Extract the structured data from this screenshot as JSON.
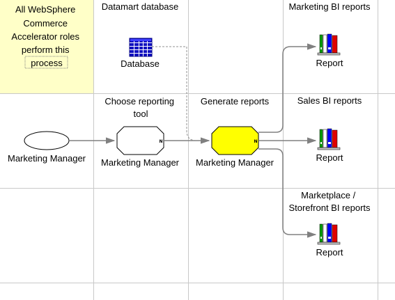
{
  "colors": {
    "grid": "#c8c8c8",
    "note_fill": "#ffffc8",
    "highlight_fill": "#ffff00",
    "shape_stroke": "#000000",
    "arrow": "#808080",
    "dashed": "#909090"
  },
  "note": {
    "lines": [
      "All WebSphere",
      "Commerce",
      "Accelerator roles",
      "perform this",
      "process"
    ]
  },
  "headers": {
    "datamart": "Datamart database",
    "marketing_bi": "Marketing BI reports",
    "choose_tool": [
      "Choose reporting",
      "tool"
    ],
    "generate": "Generate reports",
    "sales_bi": "Sales BI reports",
    "marketplace": [
      "Marketplace /",
      "Storefront BI reports"
    ]
  },
  "nodes": {
    "database_label": "Database",
    "start_label": "Marketing Manager",
    "choose_label": "Marketing Manager",
    "generate_label": "Marketing Manager",
    "choose_marker": "N",
    "generate_marker": "N",
    "reports": [
      {
        "id": "marketing",
        "label": "Report"
      },
      {
        "id": "sales",
        "label": "Report"
      },
      {
        "id": "marketplace",
        "label": "Report"
      }
    ]
  },
  "icons": {
    "database": "database-icon",
    "report": "report-books-icon"
  }
}
